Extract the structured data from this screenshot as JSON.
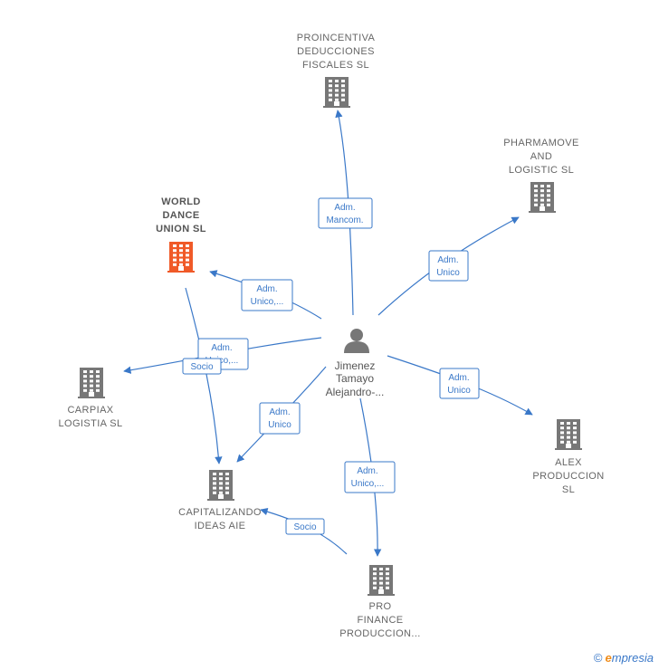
{
  "center": {
    "label": [
      "Jimenez",
      "Tamayo",
      "Alejandro-..."
    ]
  },
  "nodes": [
    {
      "id": "proincentiva",
      "label": [
        "PROINCENTIVA",
        "DEDUCCIONES",
        "FISCALES  SL"
      ],
      "color": "#777777",
      "focus": false
    },
    {
      "id": "pharmamove",
      "label": [
        "PHARMAMOVE",
        "AND",
        "LOGISTIC  SL"
      ],
      "color": "#777777",
      "focus": false
    },
    {
      "id": "world-dance",
      "label": [
        "WORLD",
        "DANCE",
        "UNION  SL"
      ],
      "color": "#f05a28",
      "focus": true
    },
    {
      "id": "carpiax",
      "label": [
        "CARPIAX",
        "LOGISTIA  SL"
      ],
      "color": "#777777",
      "focus": false
    },
    {
      "id": "alex",
      "label": [
        "ALEX",
        "PRODUCCION",
        "SL"
      ],
      "color": "#777777",
      "focus": false
    },
    {
      "id": "capitalizando",
      "label": [
        "CAPITALIZANDO",
        "IDEAS AIE"
      ],
      "color": "#777777",
      "focus": false
    },
    {
      "id": "pro-finance",
      "label": [
        "PRO",
        "FINANCE",
        "PRODUCCION..."
      ],
      "color": "#777777",
      "focus": false
    }
  ],
  "edges": [
    {
      "id": "to-proincentiva",
      "label": [
        "Adm.",
        "Mancom."
      ]
    },
    {
      "id": "to-pharmamove",
      "label": [
        "Adm.",
        "Unico"
      ]
    },
    {
      "id": "to-world-dance",
      "label": [
        "Adm.",
        "Unico,..."
      ]
    },
    {
      "id": "to-carpiax",
      "label": [
        "Adm.",
        "Unico,..."
      ]
    },
    {
      "id": "world-to-capitalizando",
      "label": [
        "Socio"
      ]
    },
    {
      "id": "to-capitalizando",
      "label": [
        "Adm.",
        "Unico"
      ]
    },
    {
      "id": "to-alex",
      "label": [
        "Adm.",
        "Unico"
      ]
    },
    {
      "id": "to-pro-finance",
      "label": [
        "Adm.",
        "Unico,..."
      ]
    },
    {
      "id": "pro-finance-to-capitalizando",
      "label": [
        "Socio"
      ]
    }
  ],
  "brand": {
    "copyright": "©",
    "initial": "e",
    "rest": "mpresia"
  }
}
